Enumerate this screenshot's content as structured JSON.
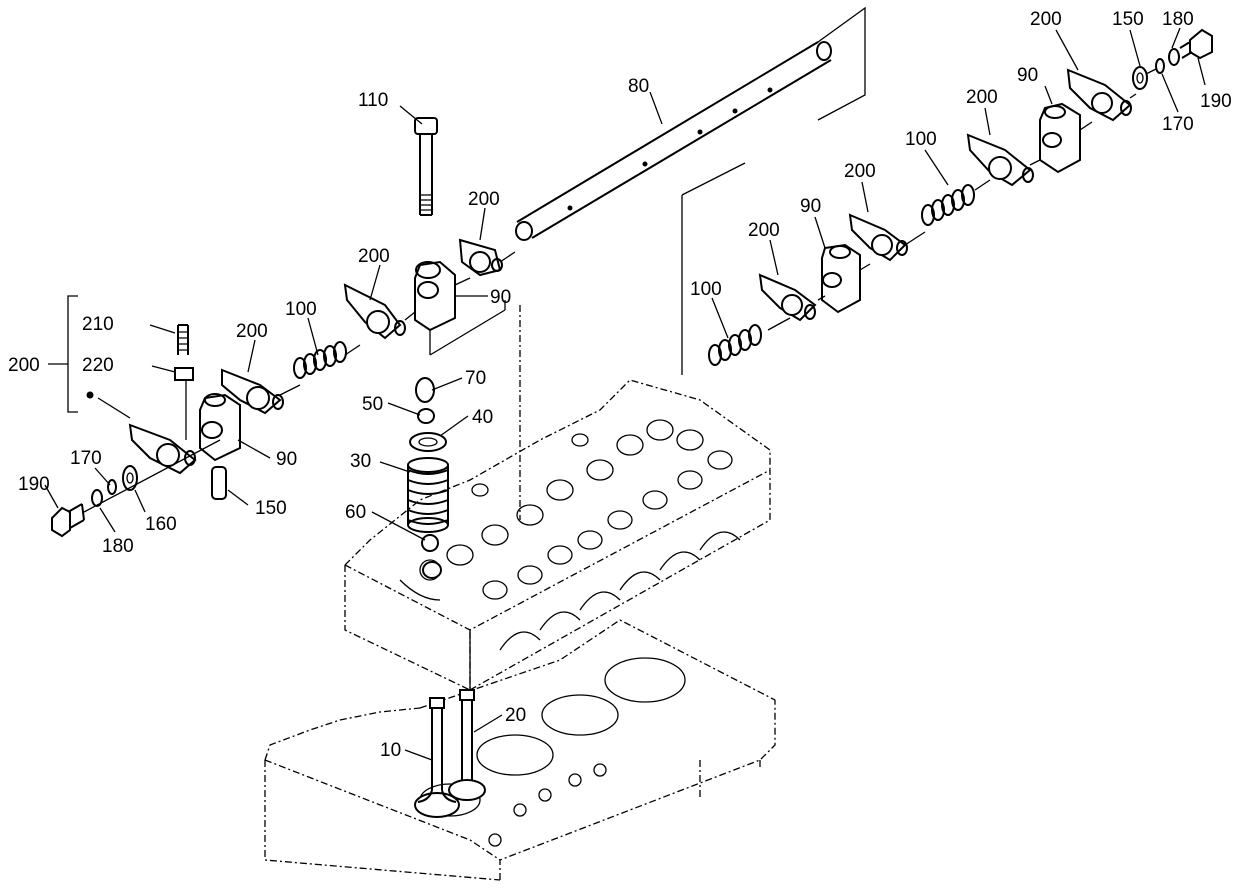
{
  "labels": [
    {
      "id": "l110",
      "text": "110"
    },
    {
      "id": "l80",
      "text": "80"
    },
    {
      "id": "l200a",
      "text": "200"
    },
    {
      "id": "l90a",
      "text": "90"
    },
    {
      "id": "l200b",
      "text": "200"
    },
    {
      "id": "l100a",
      "text": "100"
    },
    {
      "id": "l200c",
      "text": "200"
    },
    {
      "id": "l210",
      "text": "210"
    },
    {
      "id": "l220",
      "text": "220"
    },
    {
      "id": "l200g",
      "text": "200"
    },
    {
      "id": "l90b",
      "text": "90"
    },
    {
      "id": "l150a",
      "text": "150"
    },
    {
      "id": "l170a",
      "text": "170"
    },
    {
      "id": "l190a",
      "text": "190"
    },
    {
      "id": "l160",
      "text": "160"
    },
    {
      "id": "l180a",
      "text": "180"
    },
    {
      "id": "l70",
      "text": "70"
    },
    {
      "id": "l50",
      "text": "50"
    },
    {
      "id": "l40",
      "text": "40"
    },
    {
      "id": "l30",
      "text": "30"
    },
    {
      "id": "l60",
      "text": "60"
    },
    {
      "id": "l20",
      "text": "20"
    },
    {
      "id": "l10",
      "text": "10"
    },
    {
      "id": "l200d",
      "text": "200"
    },
    {
      "id": "l150b",
      "text": "150"
    },
    {
      "id": "l180b",
      "text": "180"
    },
    {
      "id": "l190b",
      "text": "190"
    },
    {
      "id": "l170b",
      "text": "170"
    },
    {
      "id": "l90c",
      "text": "90"
    },
    {
      "id": "l200e",
      "text": "200"
    },
    {
      "id": "l100b",
      "text": "100"
    },
    {
      "id": "l200f",
      "text": "200"
    },
    {
      "id": "l90d",
      "text": "90"
    },
    {
      "id": "l200h",
      "text": "200"
    },
    {
      "id": "l100c",
      "text": "100"
    }
  ]
}
